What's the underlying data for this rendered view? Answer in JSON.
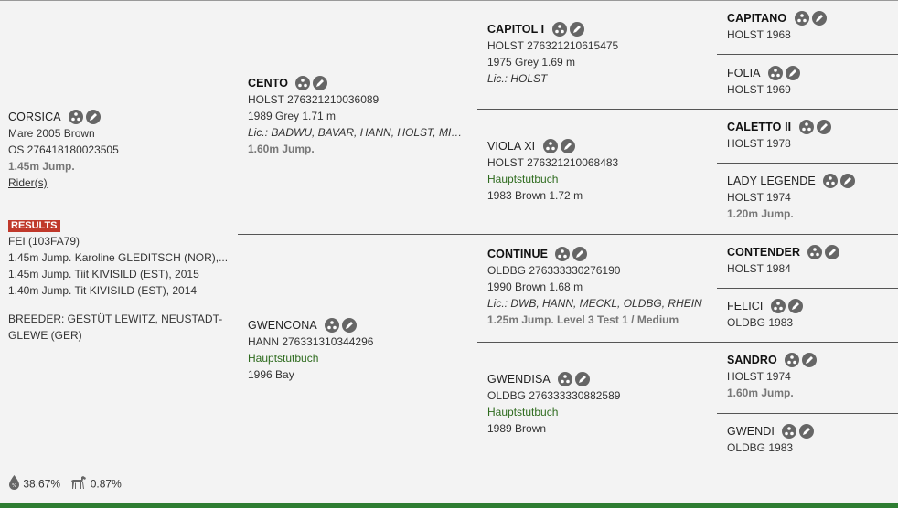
{
  "horse": {
    "name": "CORSICA",
    "line1": "Mare 2005 Brown",
    "line2": "OS 276418180023505",
    "jump": "1.45m Jump.",
    "riders_link": "Rider(s)",
    "results_badge": "RESULTS",
    "fei": "FEI (103FA79)",
    "results": [
      "1.45m Jump. Karoline GLEDITSCH (NOR),...",
      "1.45m Jump. Tiit KIVISILD (EST), 2015",
      "1.40m Jump. Tit KIVISILD (EST), 2014"
    ],
    "breeder_line1": "BREEDER: GESTÜT LEWITZ, NEUSTADT-",
    "breeder_line2": "GLEWE (GER)",
    "stat_blood": "38.67%",
    "stat_horse": "0.87%"
  },
  "sire": {
    "name": "CENTO",
    "reg": "HOLST 276321210036089",
    "info": "1989 Grey 1.71 m",
    "lic": "Lic.: BADWU, BAVAR, HANN, HOLST, MIPAA...",
    "jump": "1.60m Jump."
  },
  "dam": {
    "name": "GWENCONA",
    "reg": "HANN 276331310344296",
    "book": "Hauptstutbuch",
    "info": "1996 Bay"
  },
  "ss": {
    "name": "CAPITOL I",
    "reg": "HOLST 276321210615475",
    "info": "1975 Grey 1.69 m",
    "lic": "Lic.: HOLST"
  },
  "sd": {
    "name": "VIOLA XI",
    "reg": "HOLST 276321210068483",
    "book": "Hauptstutbuch",
    "info": "1983 Brown 1.72 m"
  },
  "ds": {
    "name": "CONTINUE",
    "reg": "OLDBG 276333330276190",
    "info": "1990 Brown 1.68 m",
    "lic": "Lic.: DWB, HANN, MECKL, OLDBG, RHEIN",
    "jump": "1.25m Jump. Level 3 Test 1 / Medium"
  },
  "dd": {
    "name": "GWENDISA",
    "reg": "OLDBG 276333330882589",
    "book": "Hauptstutbuch",
    "info": "1989 Brown"
  },
  "g": {
    "sss": {
      "name": "CAPITANO",
      "info": "HOLST 1968"
    },
    "ssd": {
      "name": "FOLIA",
      "info": "HOLST 1969"
    },
    "sds": {
      "name": "CALETTO II",
      "info": "HOLST 1978"
    },
    "sdd": {
      "name": "LADY LEGENDE",
      "info": "HOLST 1974",
      "jump": "1.20m Jump."
    },
    "dss": {
      "name": "CONTENDER",
      "info": "HOLST 1984"
    },
    "dsd": {
      "name": "FELICI",
      "info": "OLDBG 1983"
    },
    "dds": {
      "name": "SANDRO",
      "info": "HOLST 1974",
      "jump": "1.60m Jump."
    },
    "ddd": {
      "name": "GWENDI",
      "info": "OLDBG 1983"
    }
  },
  "colors": {
    "accent_green": "#2e7d32",
    "results_red": "#c0392b",
    "icon_gray": "#666666"
  },
  "icons": [
    "pedigree-icon",
    "edit-icon",
    "blood-drop-icon",
    "horse-icon"
  ]
}
